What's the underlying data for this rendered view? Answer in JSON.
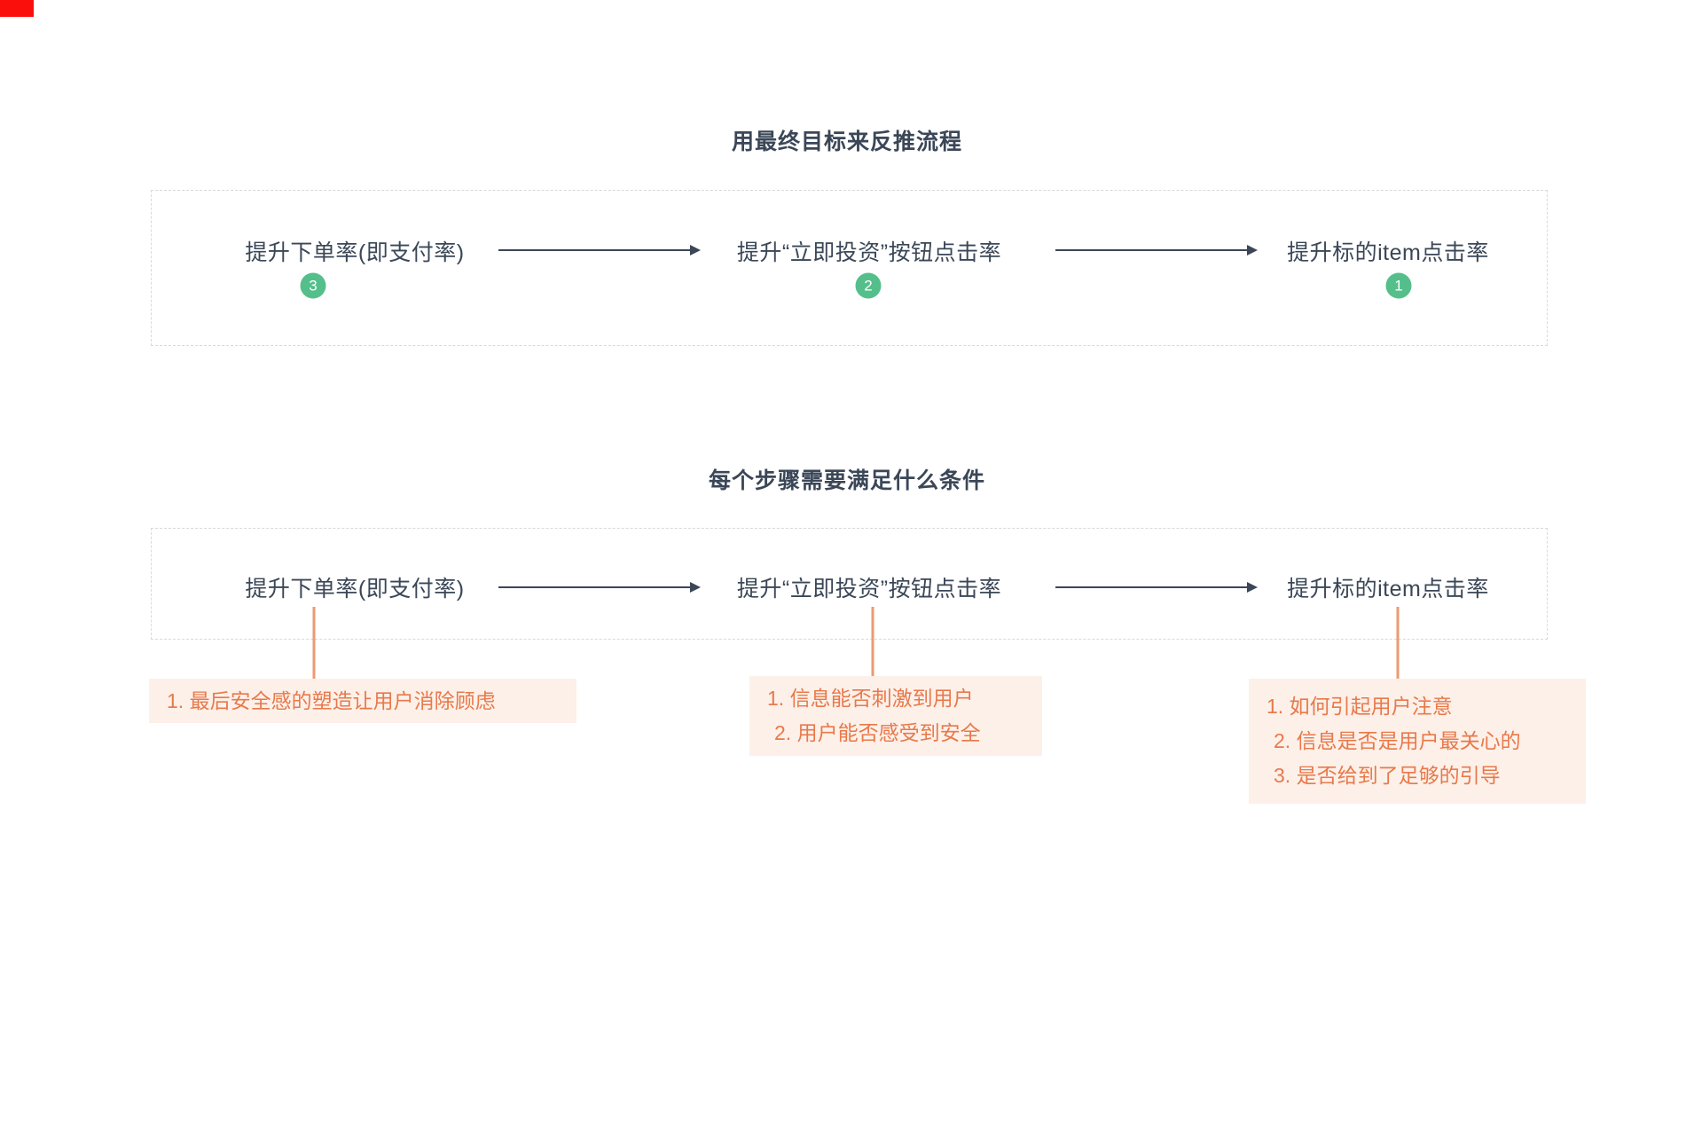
{
  "sections": {
    "top": {
      "title": "用最终目标来反推流程",
      "steps": [
        {
          "label": "提升下单率(即支付率)",
          "badge": "3"
        },
        {
          "label": "提升“立即投资”按钮点击率",
          "badge": "2"
        },
        {
          "label": "提升标的item点击率",
          "badge": "1"
        }
      ]
    },
    "bottom": {
      "title": "每个步骤需要满足什么条件",
      "steps": [
        {
          "label": "提升下单率(即支付率)",
          "notes": [
            "1. 最后安全感的塑造让用户消除顾虑"
          ]
        },
        {
          "label": "提升“立即投资”按钮点击率",
          "notes": [
            "1. 信息能否刺激到用户",
            "2. 用户能否感受到安全"
          ]
        },
        {
          "label": "提升标的item点击率",
          "notes": [
            "1. 如何引起用户注意",
            "2. 信息是否是用户最关心的",
            "3. 是否给到了足够的引导"
          ]
        }
      ]
    }
  },
  "colors": {
    "flow_text": "#3b4757",
    "arrow": "#3b4757",
    "badge_green": "#54bf8b",
    "note_text": "#e8794a",
    "note_bg": "#fcf0e9",
    "connector": "#ec9a72",
    "dashed_border": "#d9d9d9",
    "corner_red": "#fa0f0c"
  }
}
